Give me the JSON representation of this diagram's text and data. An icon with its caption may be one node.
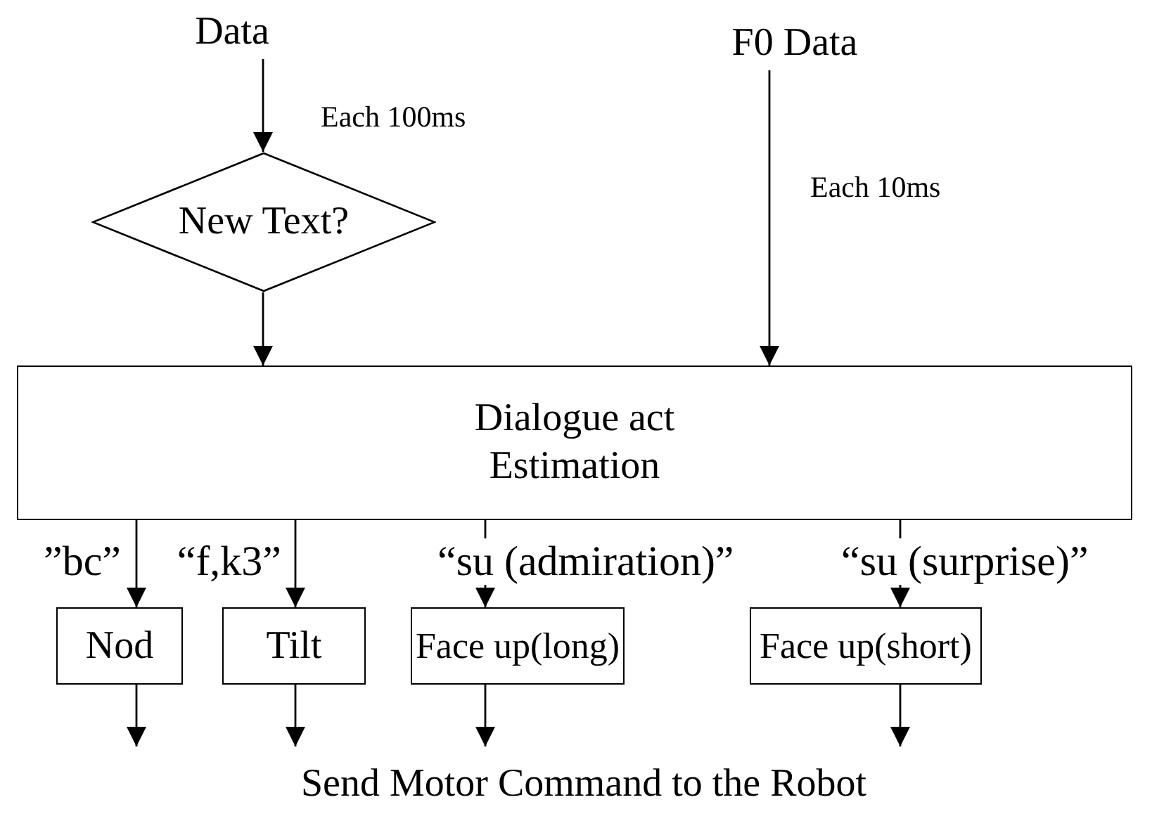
{
  "diagram": {
    "nodes": [
      {
        "text": [
          "Data"
        ]
      },
      {
        "text": [
          "F0 Data"
        ]
      },
      {
        "text": [
          "New Text?"
        ]
      },
      {
        "text": [
          "Dialogue act Estimation"
        ]
      },
      {
        "text": [
          "Nod"
        ]
      },
      {
        "text": [
          "Tilt"
        ]
      },
      {
        "text": [
          "Face up(long)"
        ]
      },
      {
        "text": [
          "Face up(short)"
        ]
      },
      {
        "text": [
          "Send Motor Command to the Robot"
        ]
      }
    ],
    "edges": [
      {
        "from": 0,
        "to": 2,
        "arrow": "to",
        "label": "Each 100ms"
      },
      {
        "from": 2,
        "to": 3,
        "arrow": "to"
      },
      {
        "from": 1,
        "to": 3,
        "arrow": "to",
        "label": "Each 10ms"
      },
      {
        "from": 3,
        "to": 4,
        "arrow": "to",
        "label": "”bc”"
      },
      {
        "from": 3,
        "to": 5,
        "arrow": "to",
        "label": "“f,k3”"
      },
      {
        "from": 3,
        "to": 6,
        "arrow": "to",
        "label": "“su (admiration)”"
      },
      {
        "from": 3,
        "to": 7,
        "arrow": "to",
        "label": "“su (surprise)”"
      },
      {
        "from": 4,
        "to": null,
        "arrow": "to"
      },
      {
        "from": 5,
        "to": 8,
        "arrow": "to"
      },
      {
        "from": 6,
        "to": 8,
        "arrow": "to"
      },
      {
        "from": 7,
        "to": 8,
        "arrow": "to"
      }
    ]
  }
}
